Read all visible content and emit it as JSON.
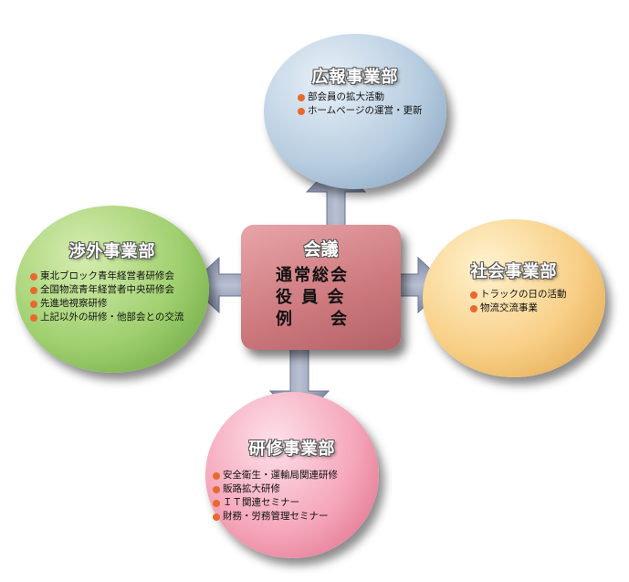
{
  "center": {
    "title": "会議",
    "items": [
      "通常総会",
      "役 員 会",
      "例　　会"
    ]
  },
  "nodes": {
    "top": {
      "title": "広報事業部",
      "items": [
        "部会員の拡大活動",
        "ホームページの運営・更新"
      ]
    },
    "left": {
      "title": "渉外事業部",
      "items": [
        "東北ブロック青年経営者研修会",
        "全国物流青年経営者中央研修会",
        "先進地視察研修",
        "上記以外の研修・他部会との交流"
      ]
    },
    "right": {
      "title": "社会事業部",
      "items": [
        "トラックの日の活動",
        "物流交流事業"
      ]
    },
    "bottom": {
      "title": "研修事業部",
      "items": [
        "安全衛生・運輸局関連研修",
        "販路拡大研修",
        "ＩＴ関連セミナー",
        "財務・労務管理セミナー"
      ]
    }
  },
  "colors": {
    "bullet": "#e8692f",
    "arrow": "#9aa3ba",
    "center": "#cc787d",
    "top_node": "#b7cde0",
    "left_node": "#9fcf6e",
    "right_node": "#f8cf86",
    "bottom_node": "#f5a6ba"
  }
}
